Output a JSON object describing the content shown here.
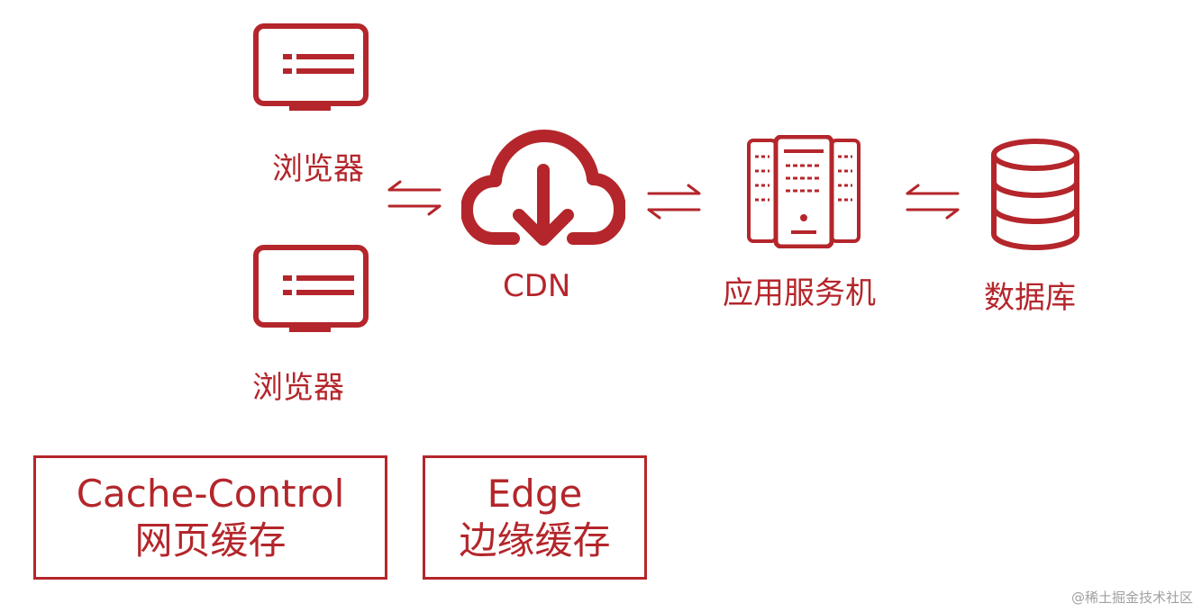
{
  "colors": {
    "accent": "#b4262b"
  },
  "nodes": {
    "browser_top": {
      "label": "浏览器",
      "icon": "monitor-icon"
    },
    "browser_bottom": {
      "label": "浏览器",
      "icon": "monitor-icon"
    },
    "cdn": {
      "label": "CDN",
      "icon": "cloud-download-icon"
    },
    "app_server": {
      "label": "应用服务机",
      "icon": "server-rack-icon"
    },
    "database": {
      "label": "数据库",
      "icon": "database-icon"
    }
  },
  "cache_boxes": [
    {
      "line1": "Cache-Control",
      "line2": "网页缓存"
    },
    {
      "line1": "Edge",
      "line2": "边缘缓存"
    }
  ],
  "watermark": "@稀土掘金技术社区"
}
